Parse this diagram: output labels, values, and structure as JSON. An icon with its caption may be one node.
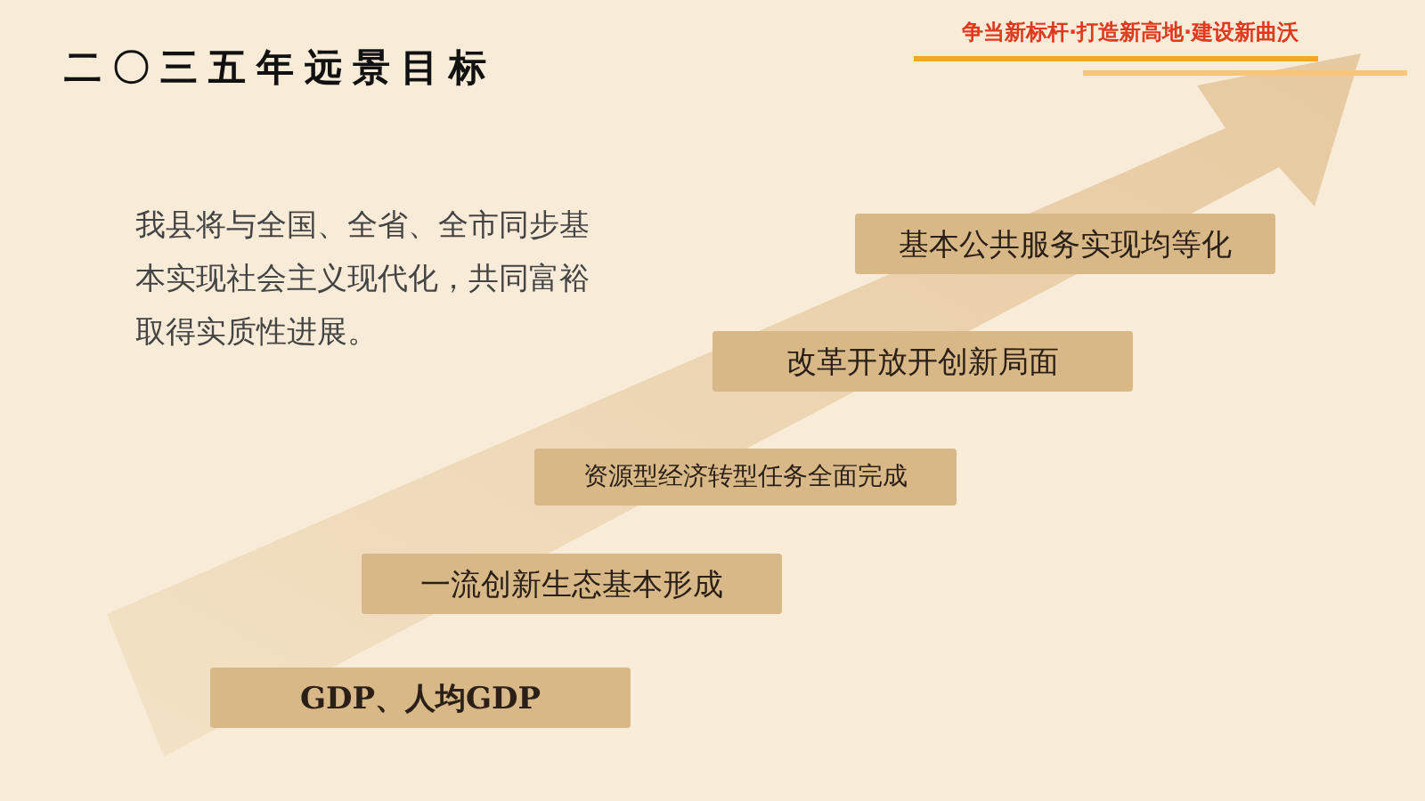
{
  "diagram": {
    "title": "二〇三五年远景目标",
    "nodes": [
      {
        "text": [
          "基本公共服务实现均等化"
        ]
      },
      {
        "text": [
          "改革开放开创新局面"
        ]
      },
      {
        "text": [
          "资源型经济转型任务全面完成"
        ]
      },
      {
        "text": [
          "一流创新生态基本形成"
        ]
      },
      {
        "text": [
          "GDP、人均GDP"
        ]
      }
    ],
    "labels": [
      "争当新标杆·打造新高地·建设新曲沃",
      "我县将与全国、全省、全市同步基本实现社会主义现代化，共同富裕取得实质性进展。"
    ]
  }
}
